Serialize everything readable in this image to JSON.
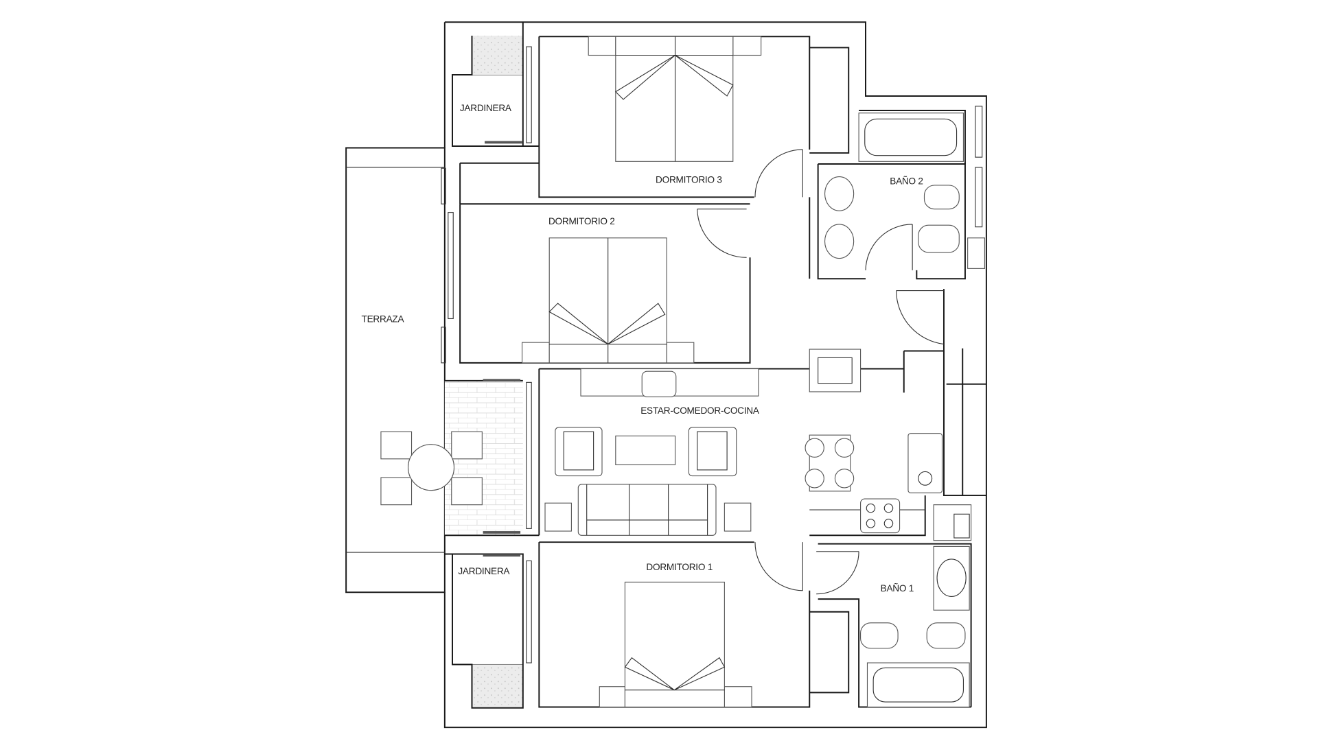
{
  "rooms": {
    "jardinera_top": "JARDINERA",
    "dormitorio_3": "DORMITORIO 3",
    "bano_2": "BAÑO 2",
    "dormitorio_2": "DORMITORIO 2",
    "terraza": "TERRAZA",
    "estar": "ESTAR-COMEDOR-COCINA",
    "jardinera_bottom": "JARDINERA",
    "dormitorio_1": "DORMITORIO 1",
    "bano_1": "BAÑO 1"
  },
  "colors": {
    "line": "#1a1a1a",
    "background": "#ffffff",
    "planter": "#e6e6e6"
  }
}
